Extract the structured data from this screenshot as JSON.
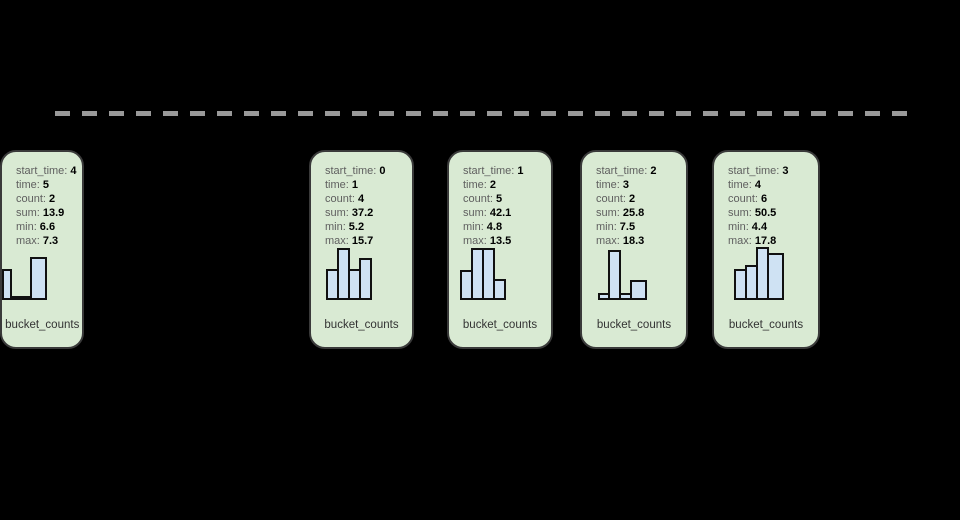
{
  "diagram": {
    "background": "#000000",
    "timeline": {
      "style": "dashed",
      "color": "#999999"
    },
    "colors": {
      "card_fill": "#d9ead3",
      "card_border": "#3a3a3a",
      "bar_fill": "#cfe2f3",
      "bar_border": "#111111",
      "key_text": "#5f5f5f",
      "value_text": "#000000"
    },
    "field_keys": {
      "start_time": "start_time:",
      "time": "time:",
      "count": "count:",
      "sum": "sum:",
      "min": "min:",
      "max": "max:"
    },
    "bucket_counts_label": "bucket_counts",
    "cards": [
      {
        "start_time": "0",
        "time": "1",
        "count": "4",
        "sum": "37.2",
        "min": "5.2",
        "max": "15.7",
        "bars": [
          {
            "w": 13,
            "h": 31
          },
          {
            "w": 13,
            "h": 52
          },
          {
            "w": 13,
            "h": 31
          },
          {
            "w": 13,
            "h": 42
          }
        ]
      },
      {
        "start_time": "1",
        "time": "2",
        "count": "5",
        "sum": "42.1",
        "min": "4.8",
        "max": "13.5",
        "bars": [
          {
            "w": 13,
            "h": 30
          },
          {
            "w": 13,
            "h": 52
          },
          {
            "w": 13,
            "h": 52
          },
          {
            "w": 13,
            "h": 21
          }
        ]
      },
      {
        "start_time": "2",
        "time": "3",
        "count": "2",
        "sum": "25.8",
        "min": "7.5",
        "max": "18.3",
        "bars": [
          {
            "w": 12,
            "h": 7
          },
          {
            "w": 13,
            "h": 50
          },
          {
            "w": 13,
            "h": 7
          },
          {
            "w": 17,
            "h": 20
          }
        ]
      },
      {
        "start_time": "3",
        "time": "4",
        "count": "6",
        "sum": "50.5",
        "min": "4.4",
        "max": "17.8",
        "bars": [
          {
            "w": 13,
            "h": 31
          },
          {
            "w": 13,
            "h": 35
          },
          {
            "w": 13,
            "h": 53
          },
          {
            "w": 17,
            "h": 47
          }
        ]
      },
      {
        "start_time": "4",
        "time": "5",
        "count": "2",
        "sum": "13.9",
        "min": "6.6",
        "max": "7.3",
        "bars": [
          {
            "w": 10,
            "h": 31
          },
          {
            "w": 9,
            "h": 4
          },
          {
            "w": 15,
            "h": 4
          },
          {
            "w": 17,
            "h": 43
          }
        ]
      }
    ]
  }
}
